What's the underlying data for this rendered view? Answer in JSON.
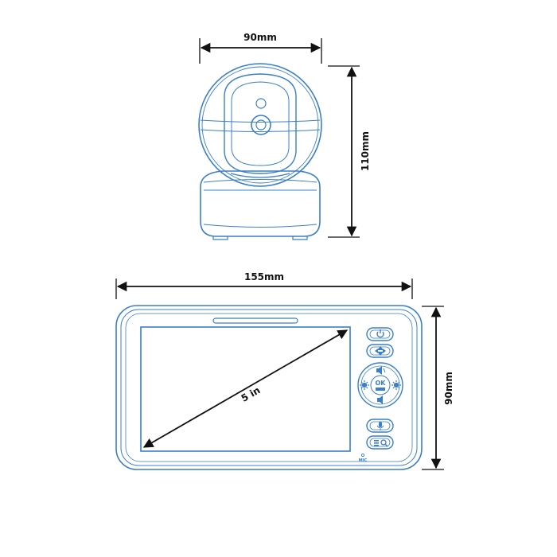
{
  "camera": {
    "width_label": "90mm",
    "height_label": "110mm"
  },
  "monitor": {
    "width_label": "155mm",
    "height_label": "90mm",
    "diagonal_label": "5 in",
    "mic_label": "MIC",
    "buttons": [
      {
        "icon": "power-icon"
      },
      {
        "icon": "pan-tilt-icon"
      },
      {
        "icon": "dpad-ok-icon",
        "label": "OK"
      },
      {
        "icon": "talk-icon"
      },
      {
        "icon": "menu-zoom-icon"
      }
    ]
  },
  "colors": {
    "outline": "#3a7fc8",
    "dimension": "#111111"
  }
}
